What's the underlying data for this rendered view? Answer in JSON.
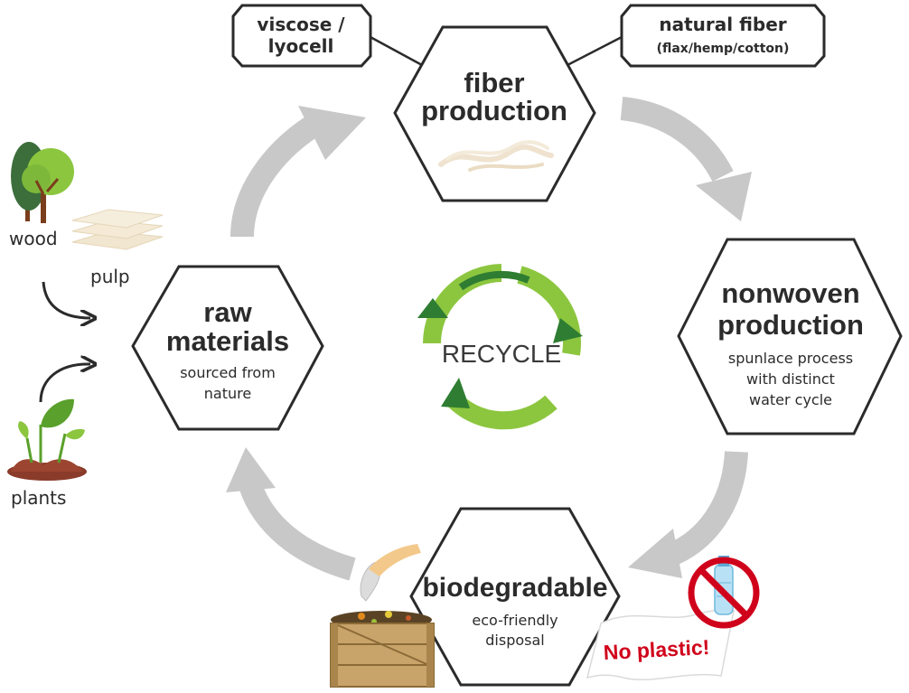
{
  "colors": {
    "outline": "#2b2b2b",
    "cycle_arrow": "#c8c8c8",
    "recycle_light_green": "#8cc63f",
    "recycle_dark_green": "#2e7d32",
    "no_plastic_red": "#d0021b",
    "fiber_wisp": "#efe3cf",
    "pulp": "#f1e6cf",
    "crate": "#c8a46a"
  },
  "hexagons": {
    "fiber": {
      "title_line1": "fiber",
      "title_line2": "production"
    },
    "nonwoven": {
      "title_line1": "nonwoven",
      "title_line2": "production",
      "sub_line1": "spunlace process",
      "sub_line2": "with distinct",
      "sub_line3": "water cycle"
    },
    "raw": {
      "title_line1": "raw",
      "title_line2": "materials",
      "sub_line1": "sourced from",
      "sub_line2": "nature"
    },
    "bio": {
      "title": "biodegradable",
      "sub_line1": "eco-friendly",
      "sub_line2": "disposal"
    }
  },
  "tags": {
    "viscose": {
      "line1": "viscose /",
      "line2": "lyocell"
    },
    "natural": {
      "line1": "natural fiber",
      "line2": "(flax/hemp/cotton)"
    }
  },
  "center": {
    "label": "RECYCLE"
  },
  "side": {
    "wood": "wood",
    "pulp": "pulp",
    "plants": "plants"
  },
  "sign": {
    "text": "No plastic!"
  },
  "icons": [
    "tree-icon",
    "pulp-sheets-icon",
    "plant-sprout-icon",
    "fiber-wisp-icon",
    "recycle-icon",
    "compost-crate-icon",
    "no-plastic-bottle-icon",
    "curved-arrow-icon"
  ]
}
